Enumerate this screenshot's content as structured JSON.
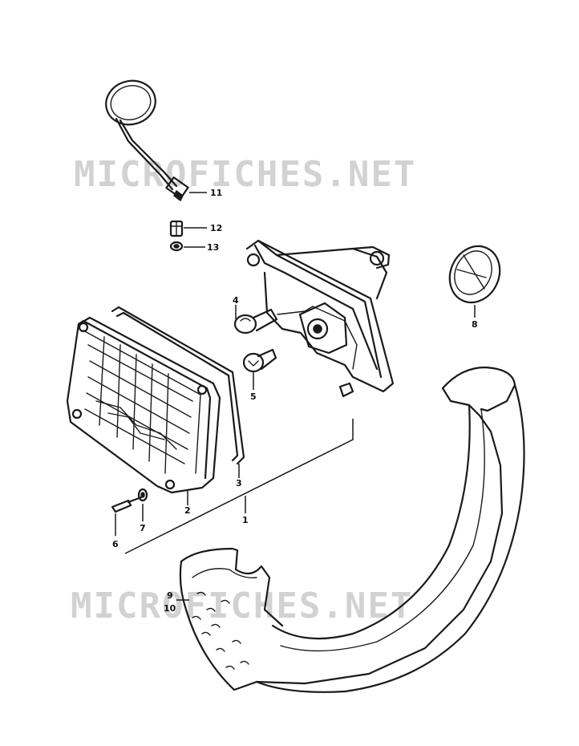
{
  "watermarks": [
    "MICROFICHES.NET",
    "MICROFICHES.NET"
  ],
  "callouts": {
    "c1": "1",
    "c2": "2",
    "c3": "3",
    "c4": "4",
    "c5": "5",
    "c6": "6",
    "c7": "7",
    "c8": "8",
    "c9": "9",
    "c10": "10",
    "c11": "11",
    "c12": "12",
    "c13": "13"
  },
  "colors": {
    "ink": "#1a1a1a",
    "watermark": "#d2d2d2",
    "background": "#ffffff"
  }
}
